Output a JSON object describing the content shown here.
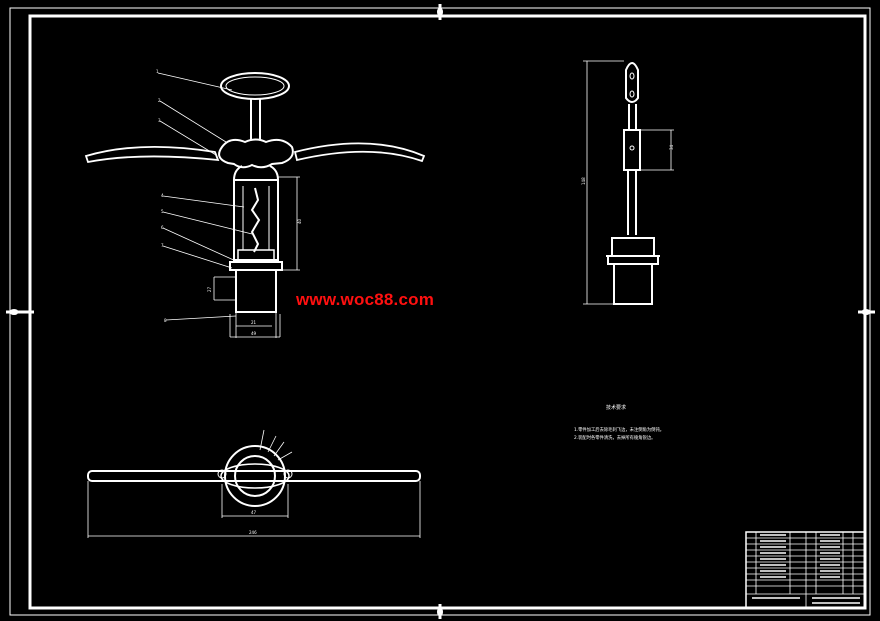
{
  "watermark": "www.woc88.com",
  "technical_requirements": {
    "title": "技术要求",
    "lines": [
      "1.零件加工后去除毛刺飞边，未注倒角为倒钝。",
      "2.装配时各零件清洗，去掉所有棱角锐边。"
    ]
  },
  "dimensions": {
    "front_height": "40",
    "cap_height": "27",
    "cap_inner": "21",
    "cap_outer": "49",
    "side_total": "148",
    "side_top": "34",
    "plan_span": "246",
    "plan_ring": "47"
  },
  "leaders": [
    "1",
    "2",
    "3",
    "4",
    "5",
    "6",
    "7",
    "8"
  ],
  "colors": {
    "background": "#000000",
    "lines": "#ffffff",
    "watermark": "#ff1010"
  }
}
